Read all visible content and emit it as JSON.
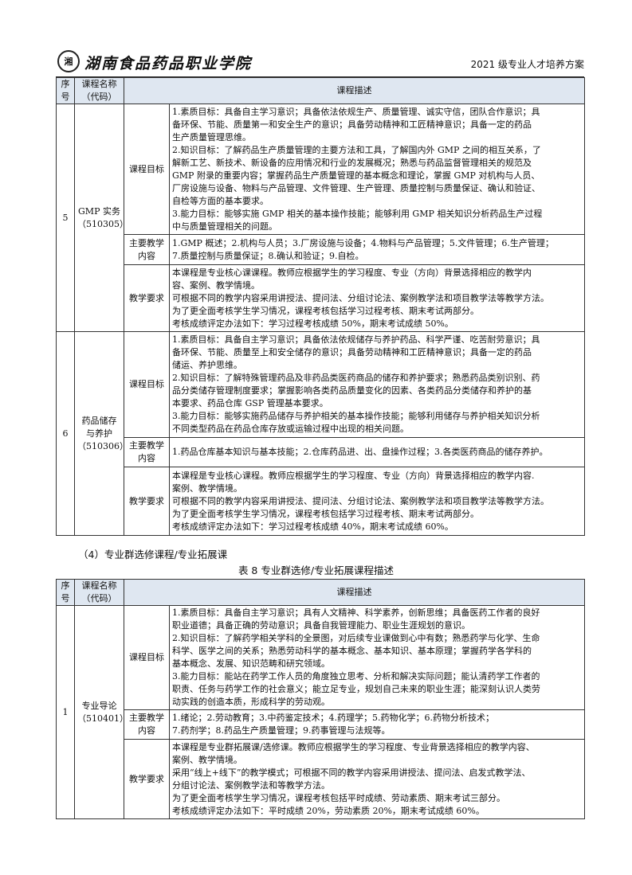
{
  "header": {
    "logo_mark": "湘",
    "school_name": "湖南食品药品职业学院",
    "doc_title": "2021 级专业人才培养方案"
  },
  "table1": {
    "col_index": [
      "序",
      "号"
    ],
    "col_name": [
      "课程名称",
      "（代码）"
    ],
    "col_desc": "课程描述",
    "rows": [
      {
        "index": "5",
        "name": [
          "GMP 实务",
          "（510305）"
        ],
        "goals_label": "课程目标",
        "goals": [
          "1.素质目标：具备自主学习意识；具备依法依规生产、质量管理、诚实守信，团队合作意识；具",
          "备环保、节能、质量第一和安全生产的意识；具备劳动精神和工匠精神意识；具备一定的药品",
          "生产质量管理思维。",
          "2.知识目标：了解药品生产质量管理的主要方法和工具，了解国内外 GMP 之间的相互关系，了",
          "解新工艺、新技术、新设备的应用情况和行业的发展概况；熟悉与药品监督管理相关的规范及",
          "GMP 附录的重要内容；掌握药品生产质量管理的基本概念和理论，掌握 GMP 对机构与人员、",
          "厂房设施与设备、物料与产品管理、文件管理、生产管理、质量控制与质量保证、确认和验证、",
          "自检等方面的基本要求。",
          "3.能力目标：能够实施 GMP 相关的基本操作技能；能够利用 GMP 相关知识分析药品生产过程",
          "中与质量管理相关的问题。"
        ],
        "content_label": [
          "主要教学",
          "内容"
        ],
        "content": [
          "1.GMP 概述；2.机构与人员；3.厂房设施与设备；4.物料与产品管理；5.文件管理；6.生产管理；",
          "7.质量控制与质量保证；8.确认和验证；9.自检。"
        ],
        "req_label": "教学要求",
        "req": [
          "本课程是专业核心课课程。教师应根据学生的学习程度、专业（方向）背景选择相应的教学内",
          "容、案例、教学情境。",
          "可根据不同的教学内容采用讲授法、提问法、分组讨论法、案例教学法和项目教学法等教学方法。",
          "为了更全面考核学生学习情况，课程考核包括学习过程考核、期末考试两部分。",
          "考核成绩评定办法如下：学习过程考核成绩 50%，期末考试成绩 50%。"
        ]
      },
      {
        "index": "6",
        "name": [
          "药品储存",
          "与养护",
          "（510306）"
        ],
        "goals_label": "课程目标",
        "goals": [
          "1.素质目标：具备自主学习意识；具备依法依规储存与养护药品、科学严谨、吃苦耐劳意识；具",
          "备环保、节能、质量至上和安全储存的意识；具备劳动精神和工匠精神意识；具备一定的药品",
          "储运、养护思维。",
          "2.知识目标：了解特殊管理药品及非药品类医药商品的储存和养护要求；熟悉药品类别识别、药",
          "品分类储存管理制度要求；掌握影响各类药品质量变化的因素、各类药品分类储存和养护的基",
          "本要求、药品仓库 GSP 管理基本要求。",
          "3.能力目标：能够实施药品储存与养护相关的基本操作技能；能够利用储存与养护相关知识分析",
          "不同类型药品在药品仓库存放或运输过程中出现的相关问题。"
        ],
        "content_label": [
          "主要教学",
          "内容"
        ],
        "content": [
          "1.药品仓库基本知识与基本技能；2.仓库药品进、出、盘操作过程；3.各类医药商品的储存养护。"
        ],
        "req_label": "教学要求",
        "req": [
          "本课程是专业核心课程。教师应根据学生的学习程度、专业（方向）背景选择相应的教学内容.",
          "案例、教学情境。",
          "可根据不同的教学内容采用讲授法、提问法、分组讨论法、案例教学法和项目教学法等教学方法。",
          "为了更全面考核学生学习情况，课程考核包括学习过程考核、期末考试两部分。",
          "考核成绩评定办法如下：学习过程考核成绩 40%，期末考试成绩 60%。"
        ]
      }
    ]
  },
  "section_heading": "（4）专业群选修课程/专业拓展课",
  "table_title": "表 8 专业群选修/专业拓展课程描述",
  "table2": {
    "col_index": [
      "序",
      "号"
    ],
    "col_name": [
      "课程名称",
      "（代码）"
    ],
    "col_desc": "课程描述",
    "rows": [
      {
        "index": "1",
        "name": [
          "专业导论",
          "（510401）"
        ],
        "goals_label": "课程目标",
        "goals": [
          "1.素质目标：具备自主学习意识；具有人文精神、科学素养，创新思维；具备医药工作者的良好",
          "职业道德；具备正确的劳动意识；具备自我管理能力、职业生涯规划的意识。",
          "2.知识目标：了解药学相关学科的全景图，对后续专业课做到心中有数；熟悉药学与化学、生命",
          "科学、医学之间的关系；熟悉劳动科学的基本概念、基本知识、基本原理；掌握药学各学科的",
          "基本概念、发展、知识范畴和研究领域。",
          "3.能力目标：能站在药学工作人员的角度独立思考、分析和解决实际问题；能认清药学工作者的",
          "职责、任务与药学工作的社会意义；能立足专业，规划自己未来的职业生涯；能深刻认识人类劳",
          "动实践的创造本质，形成科学的劳动观。"
        ],
        "content_label": [
          "主要教学",
          "内容"
        ],
        "content": [
          "1.绪论；2.劳动教育；3.中药鉴定技术；4.药理学；5.药物化学；6.药物分析技术；",
          "7.药剂学；8.药品生产质量管理；9.药事管理与法规等。"
        ],
        "req_label": "教学要求",
        "req": [
          "本课程是专业群拓展课/选修课。教师应根据学生的学习程度、专业背景选择相应的教学内容、",
          "案例、教学情境。",
          "采用“线上+线下”的教学模式；可根据不同的教学内容采用讲授法、提问法、启发式教学法、",
          "分组讨论法、案例教学法和等教学方法。",
          "为了更全面考核学生学习情况，课程考核包括平时成绩、劳动素质、期末考试三部分。",
          "考核成绩评定办法如下：平时成绩 20%，劳动素质 20%，期末考试成绩 60%。"
        ]
      }
    ]
  }
}
